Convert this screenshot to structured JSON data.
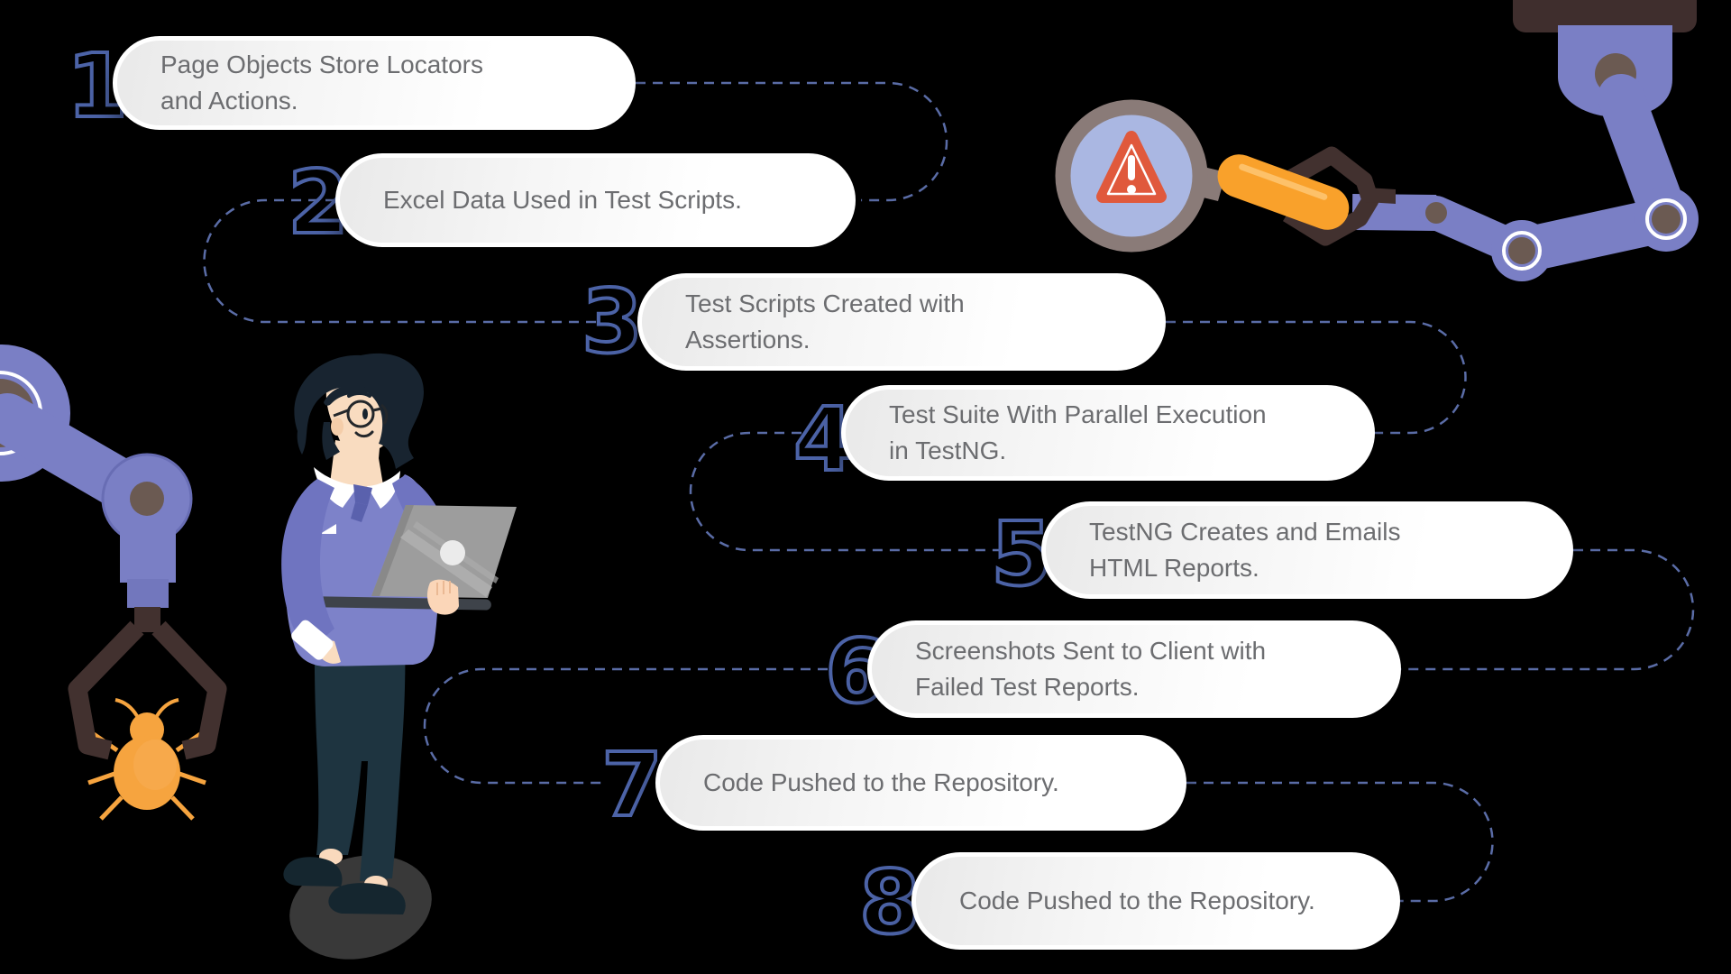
{
  "background_color": "#000000",
  "steps": [
    {
      "number": "1",
      "line1": "Page Objects Store Locators",
      "line2": "and Actions."
    },
    {
      "number": "2",
      "line1": "Excel Data Used in Test Scripts.",
      "line2": ""
    },
    {
      "number": "3",
      "line1": "Test Scripts Created with",
      "line2": "Assertions."
    },
    {
      "number": "4",
      "line1": "Test Suite With Parallel Execution",
      "line2": "in TestNG."
    },
    {
      "number": "5",
      "line1": "TestNG Creates and Emails",
      "line2": "HTML Reports."
    },
    {
      "number": "6",
      "line1": "Screenshots Sent to Client with",
      "line2": "Failed Test Reports."
    },
    {
      "number": "7",
      "line1": "Code Pushed to the Repository.",
      "line2": ""
    },
    {
      "number": "8",
      "line1": "Code Pushed to the Repository.",
      "line2": ""
    }
  ],
  "colors": {
    "step_number_outline": "#4c63a7",
    "connector_dash": "#5a6ca6",
    "pill_text": "#6c6d70",
    "pill_fill": "#f5f5f5",
    "robot_purple": "#7a7fc5",
    "robot_dark_brown": "#42312f",
    "joint_brown": "#6b5a52",
    "bug_orange": "#f6a43f",
    "handle_orange": "#f9a12b",
    "warning_red": "#e0593c",
    "lens_blue": "#aab7e2",
    "sweater_purple": "#7d82c9",
    "hair_navy": "#182430",
    "skin": "#f9dcc0",
    "laptop_gray": "#9d9d9d"
  },
  "illustrations": {
    "icons": [
      "robot-arm-right-icon",
      "robot-arm-left-icon",
      "magnifying-glass-icon",
      "warning-triangle-icon",
      "bug-icon",
      "qa-engineer-figure"
    ]
  }
}
